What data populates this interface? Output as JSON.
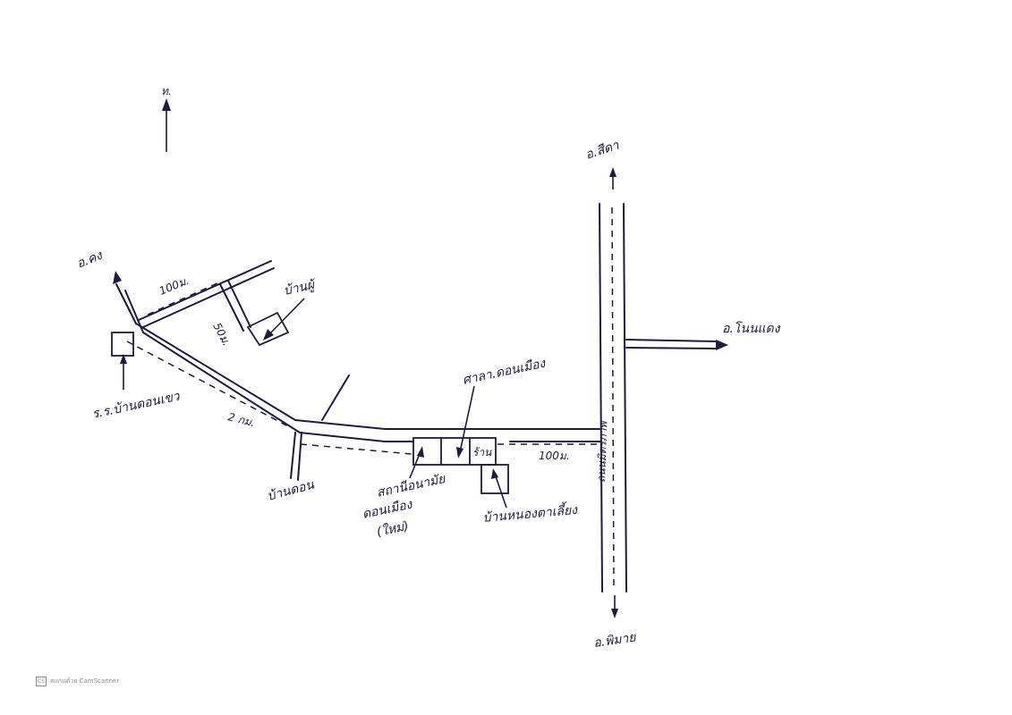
{
  "map": {
    "north_label": "ท.",
    "labels": {
      "to_top": "อ.สีดา",
      "to_right": "อ.โนนแดง",
      "to_bottom": "อ.พิมาย",
      "to_topleft": "อ.คง",
      "house": "บ้านผู้",
      "school_nw": "ร.ร.บ้านดอนเขว",
      "crossroad": "บ้านดอน",
      "temple_top": "ศาลา.ดอนเมือง",
      "temple_bottom_1": "สถานีอนามัย",
      "temple_bottom_2": "ดอนเมือง",
      "temple_bottom_3": "(ใหม่)",
      "hall": "บ้านหนองตาเลี้ยง",
      "main_road": "ถนนมิตรภาพ",
      "shop": "ร้าน",
      "dist_2km": "2 กม.",
      "dist_100m_a": "100ม.",
      "dist_100m_b": "100ม.",
      "dist_50m": "50ม."
    }
  },
  "watermark": {
    "icon": "cs-icon",
    "text": "สแกนด้วย CamScanner"
  }
}
